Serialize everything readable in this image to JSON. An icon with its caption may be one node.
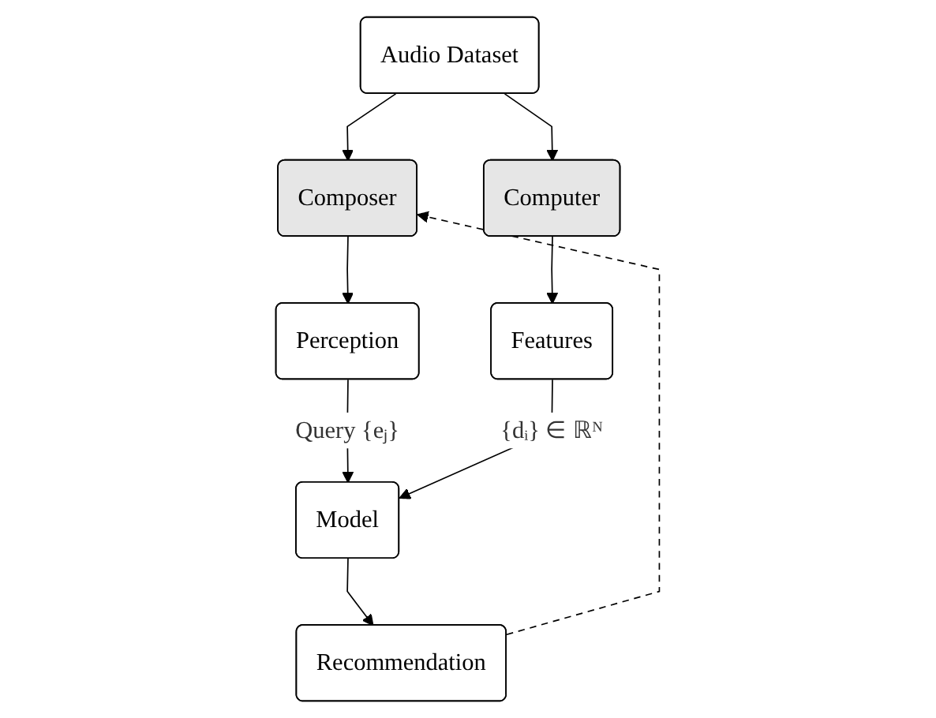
{
  "diagram": {
    "nodes": [
      {
        "text": [
          "Audio Dataset"
        ]
      },
      {
        "text": [
          "Composer"
        ]
      },
      {
        "text": [
          "Computer"
        ]
      },
      {
        "text": [
          "Perception"
        ]
      },
      {
        "text": [
          "Features"
        ]
      },
      {
        "text": [
          "Model"
        ]
      },
      {
        "text": [
          "Recommendation"
        ]
      }
    ],
    "edges": [
      {
        "from": 0,
        "to": 1,
        "arrow": "to"
      },
      {
        "from": 0,
        "to": 2,
        "arrow": "to"
      },
      {
        "from": 1,
        "to": 3,
        "arrow": "to"
      },
      {
        "from": 2,
        "to": 4,
        "arrow": "to"
      },
      {
        "from": 3,
        "to": 5,
        "arrow": "to",
        "label": "Query {eⱼ}"
      },
      {
        "from": 4,
        "to": 5,
        "arrow": "to",
        "label": "{dᵢ} ∈ ℝᴺ"
      },
      {
        "from": 5,
        "to": 6,
        "arrow": "to"
      },
      {
        "from": 6,
        "to": 1,
        "arrow": "to",
        "style": "dashed"
      }
    ]
  }
}
